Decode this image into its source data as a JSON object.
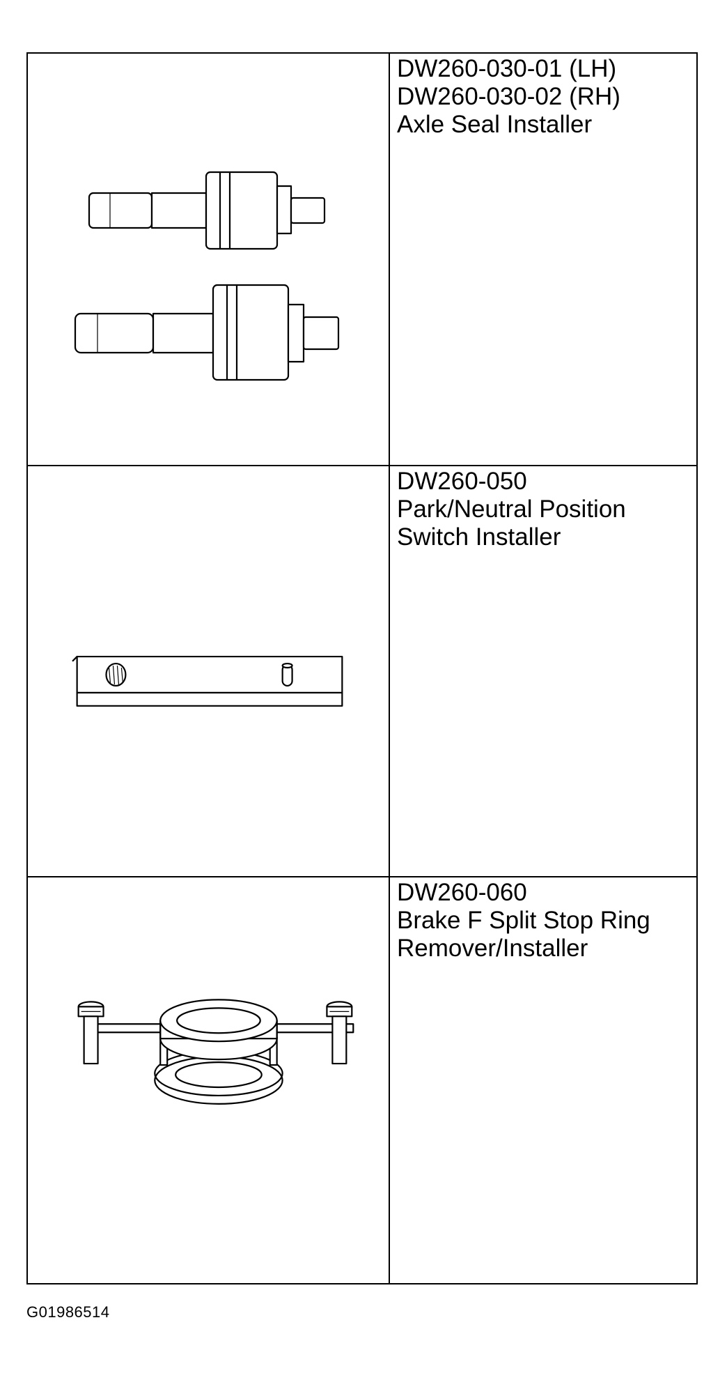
{
  "tools": [
    {
      "lines": [
        "DW260-030-01 (LH)",
        "DW260-030-02 (RH)",
        "Axle Seal Installer"
      ],
      "illustration_icon": "axle-seal-installer-icon"
    },
    {
      "lines": [
        "DW260-050",
        "Park/Neutral Position",
        "Switch Installer"
      ],
      "illustration_icon": "park-neutral-switch-installer-icon"
    },
    {
      "lines": [
        "DW260-060",
        "Brake F Split Stop Ring",
        "Remover/Installer"
      ],
      "illustration_icon": "brake-split-stop-ring-tool-icon"
    }
  ],
  "figure_code": "G01986514"
}
